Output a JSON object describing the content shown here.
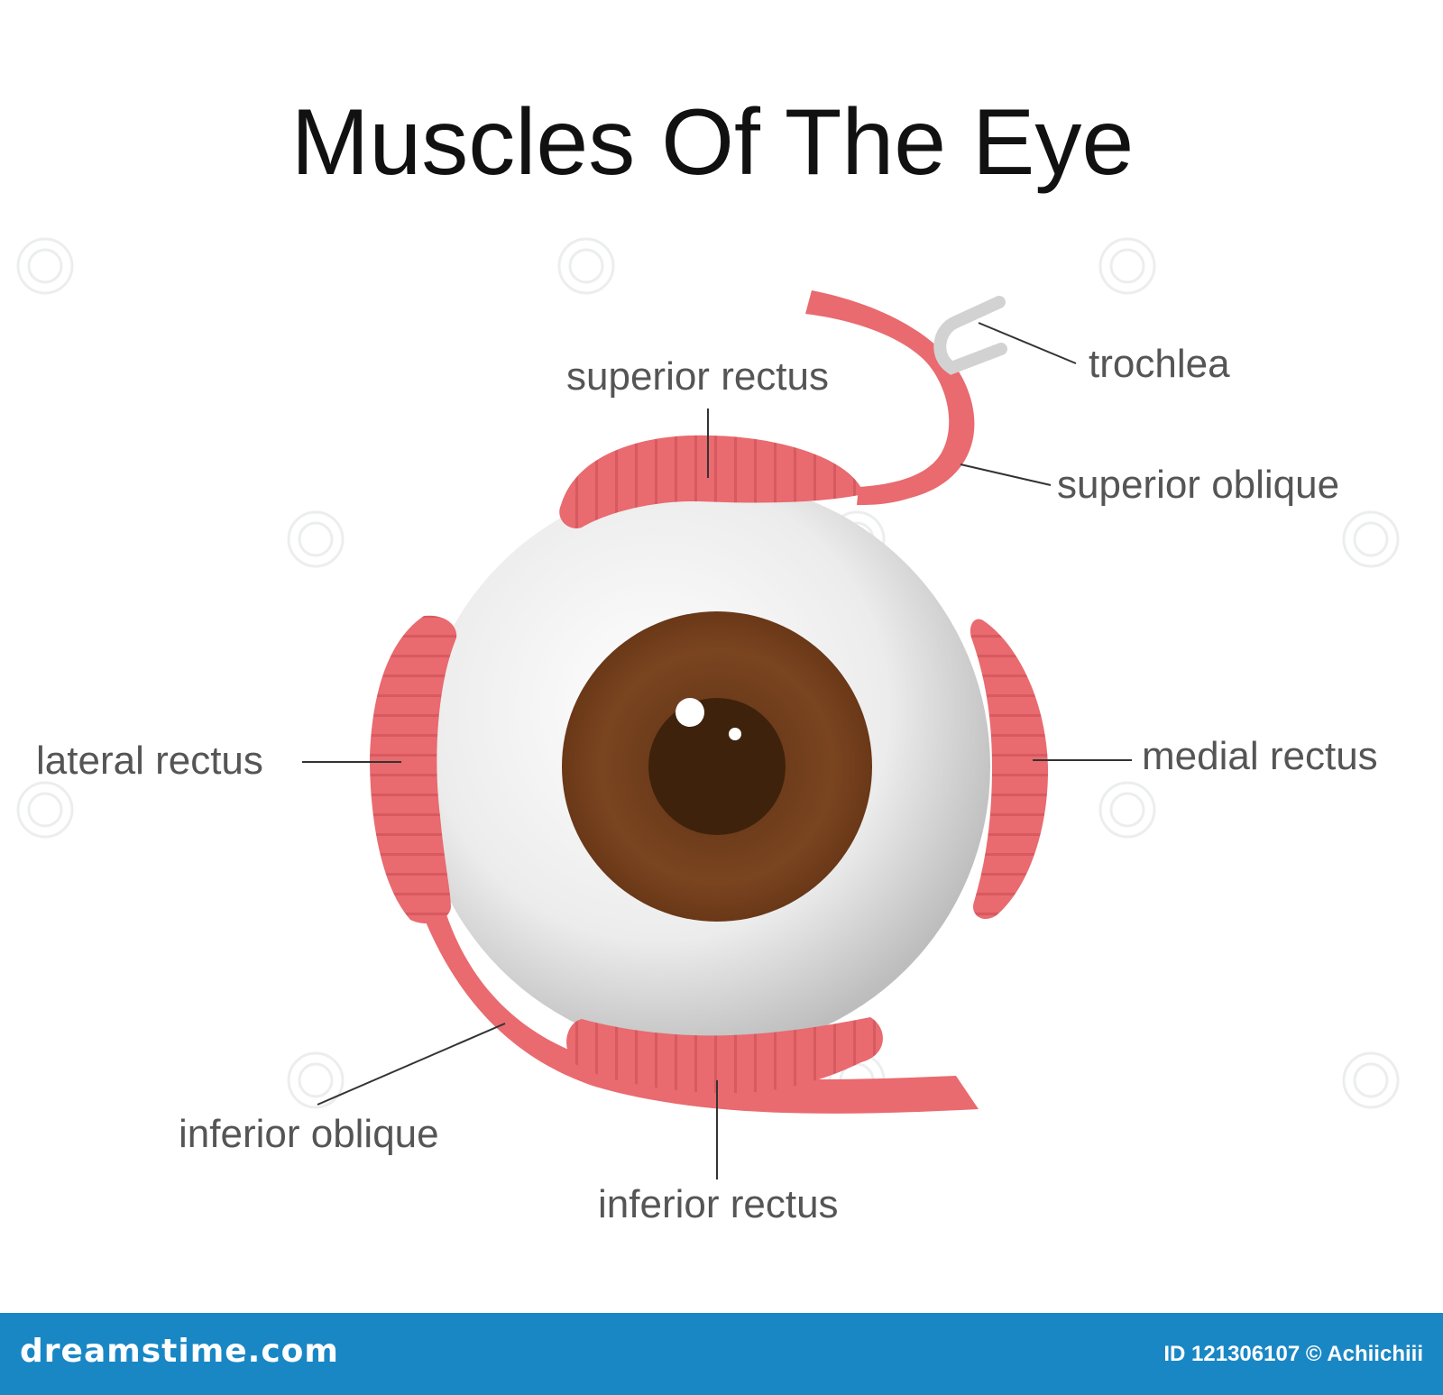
{
  "title": "Muscles Of The Eye",
  "labels": {
    "superior_rectus": "superior rectus",
    "trochlea": "trochlea",
    "superior_oblique": "superior oblique",
    "lateral_rectus": "lateral rectus",
    "medial_rectus": "medial rectus",
    "inferior_oblique": "inferior oblique",
    "inferior_rectus": "inferior rectus"
  },
  "watermark": "dreamstime",
  "footer": {
    "brand": "dreamstime.com",
    "credit": "ID 121306107 © Achiichiii"
  },
  "colors": {
    "muscle": "#e96a6f",
    "muscle_stripe": "#d14f56",
    "sclera": "#e6e6e6",
    "iris": "#7a4420",
    "pupil": "#3f220b",
    "trochlea": "#d2d2d2",
    "footer": "#1a87c5"
  }
}
